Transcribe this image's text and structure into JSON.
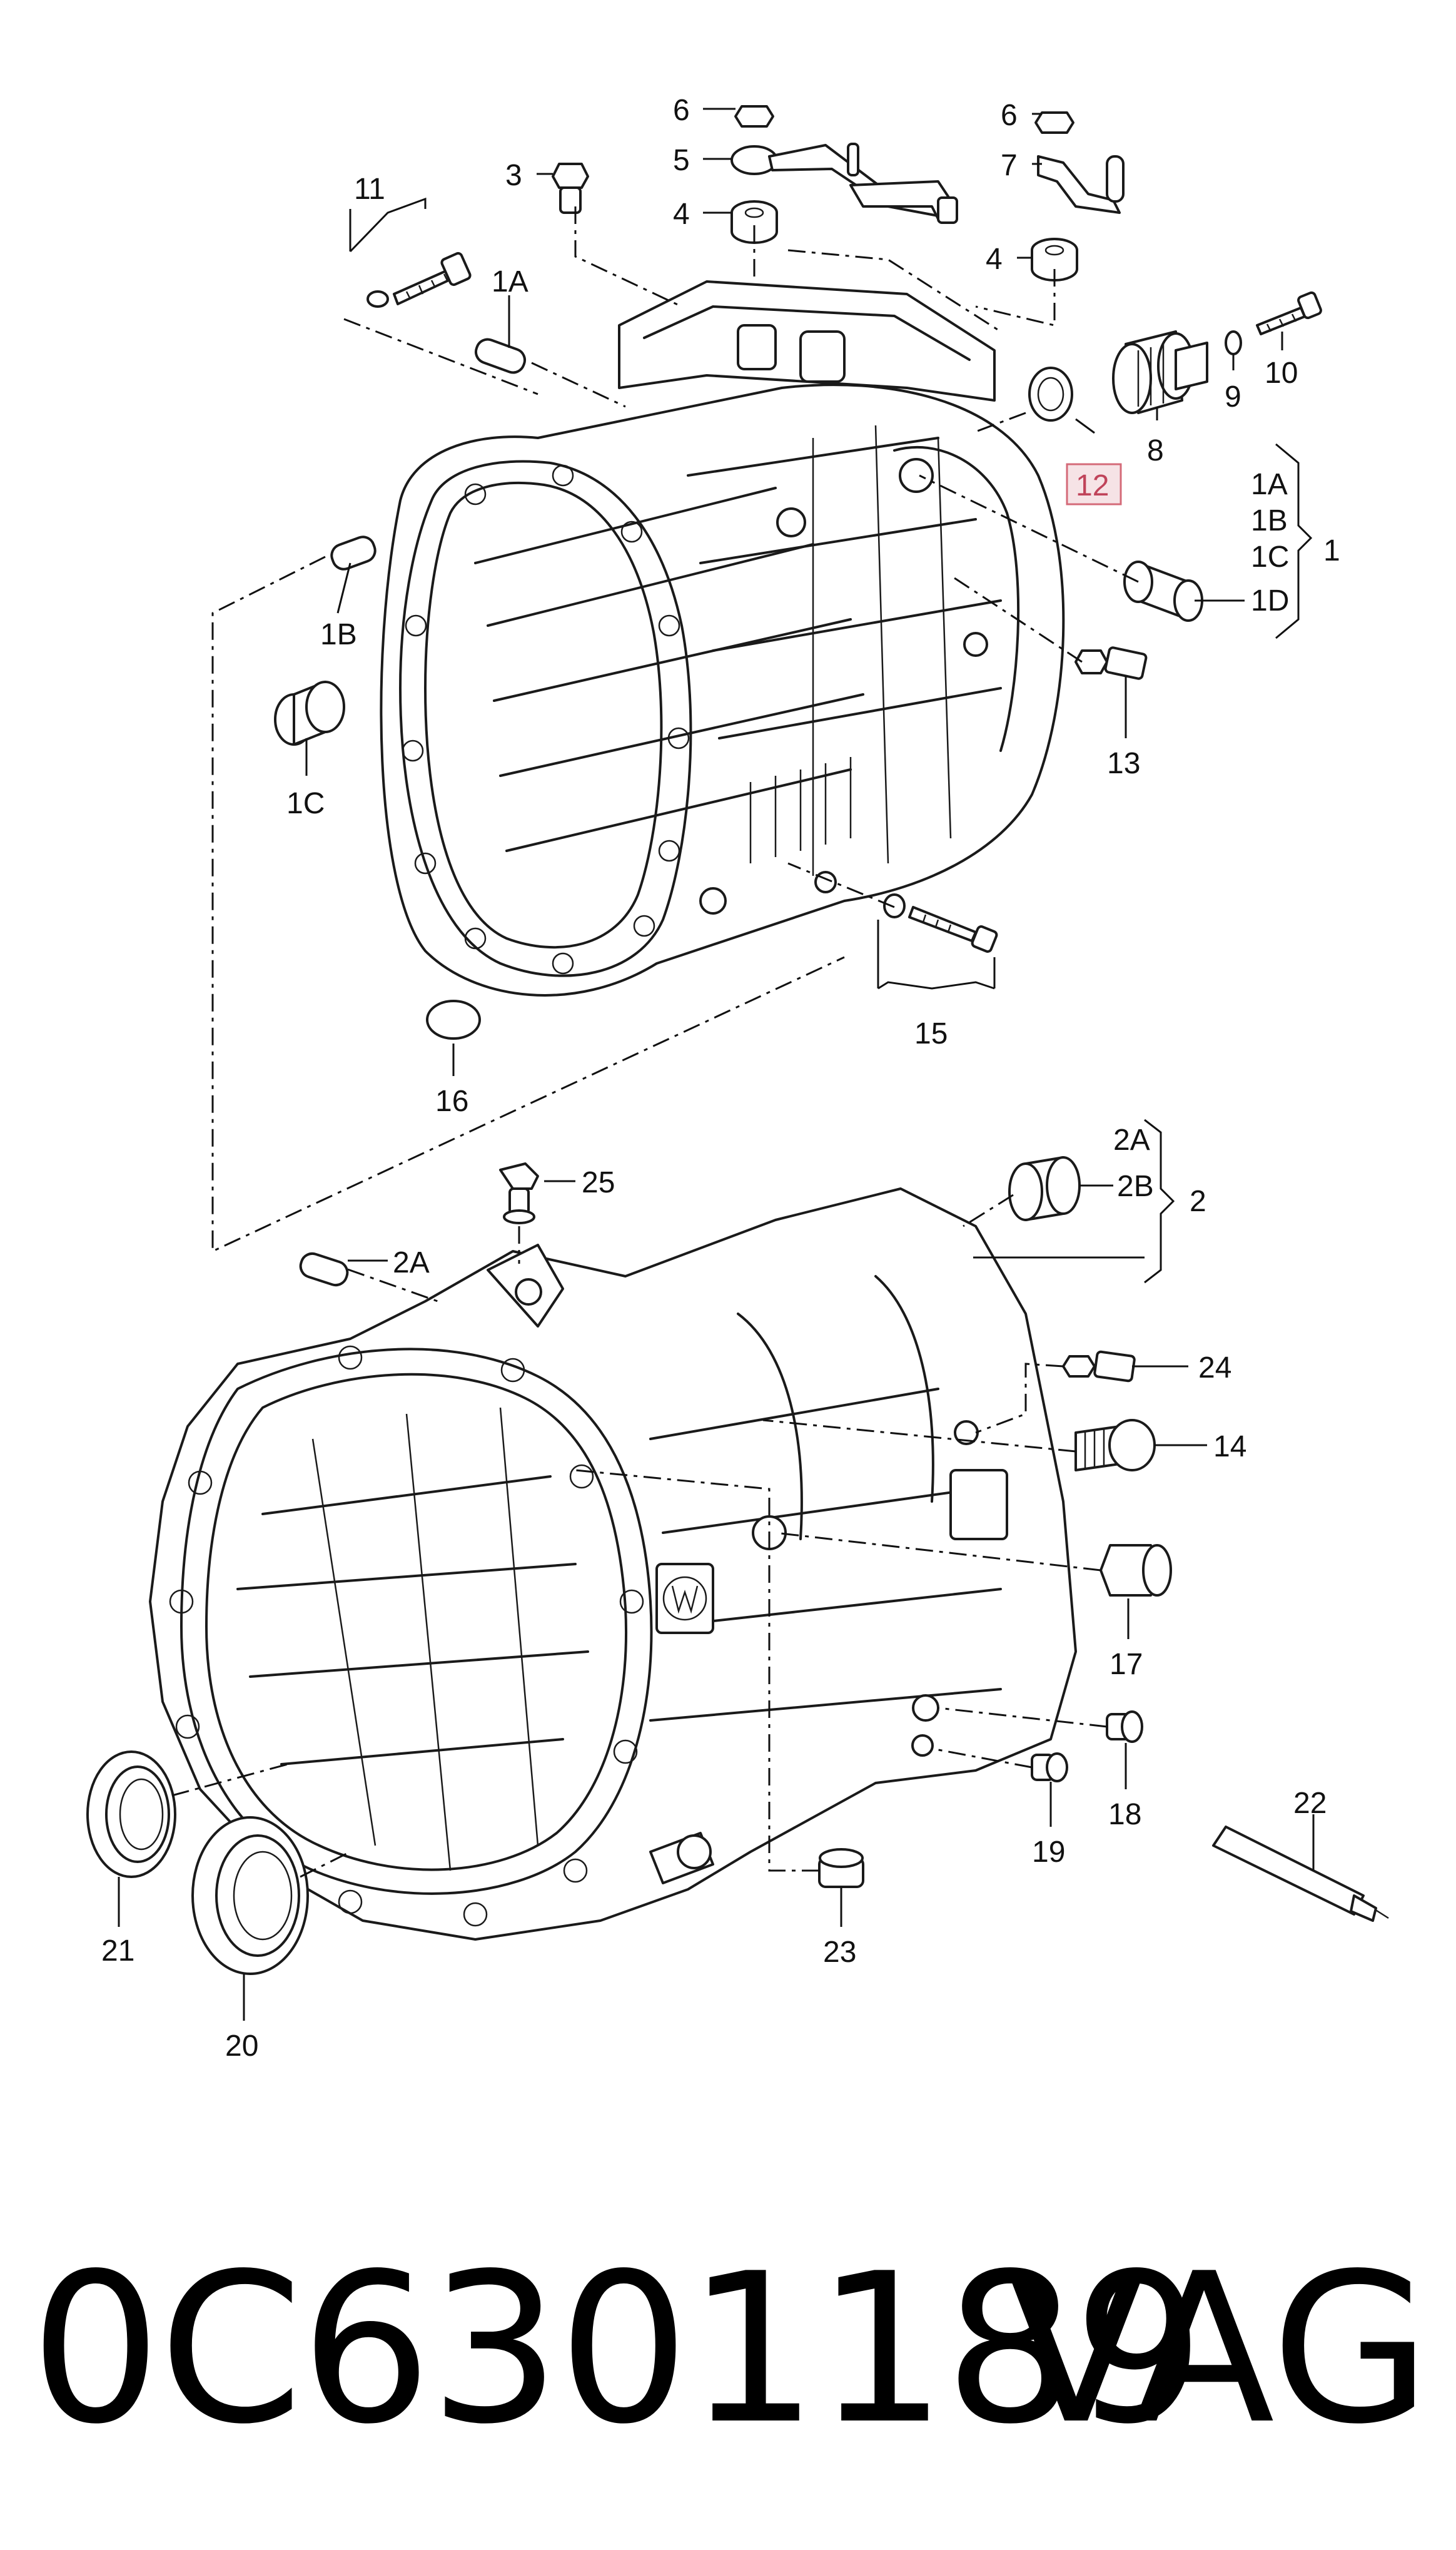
{
  "callouts": {
    "c1": "1",
    "c1A_top": "1A",
    "c1A": "1A",
    "c1B_right": "1B",
    "c1C_right": "1C",
    "c1D": "1D",
    "c1B": "1B",
    "c1C": "1C",
    "c2": "2",
    "c2A_right": "2A",
    "c2B": "2B",
    "c2A": "2A",
    "c3": "3",
    "c4a": "4",
    "c4b": "4",
    "c5": "5",
    "c6a": "6",
    "c6b": "6",
    "c7": "7",
    "c8": "8",
    "c9": "9",
    "c10": "10",
    "c11": "11",
    "c12": "12",
    "c13": "13",
    "c14": "14",
    "c15": "15",
    "c16": "16",
    "c17": "17",
    "c18": "18",
    "c19": "19",
    "c20": "20",
    "c21": "21",
    "c22": "22",
    "c23": "23",
    "c24": "24",
    "c25": "25"
  },
  "highlighted_callout": "12",
  "colors": {
    "highlight_fill": "#f6e3e6",
    "highlight_stroke": "#d46a78",
    "ink": "#1a1a1a"
  },
  "footer": {
    "part_number": "0C6301189",
    "brand": "VAG"
  }
}
